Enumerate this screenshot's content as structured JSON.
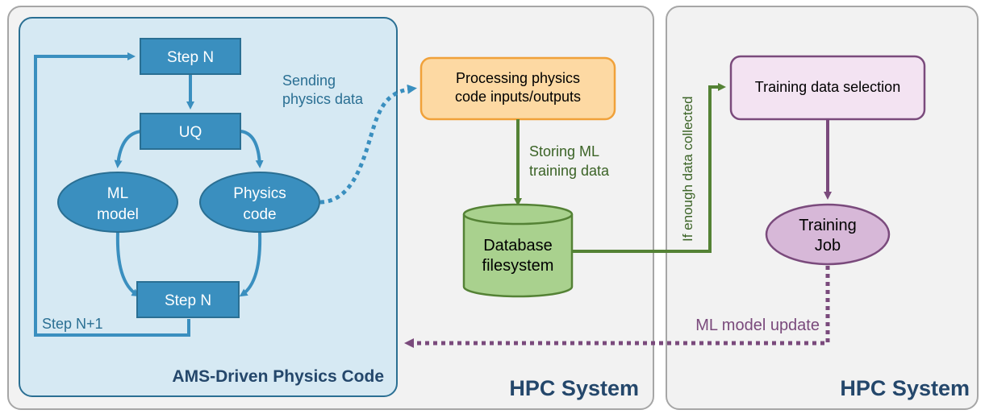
{
  "panels": {
    "hpc_left": "HPC System",
    "hpc_right": "HPC System",
    "ams": "AMS-Driven Physics Code"
  },
  "nodes": {
    "step_top": "Step N",
    "uq": "UQ",
    "ml_model": [
      "ML",
      "model"
    ],
    "physics_code": [
      "Physics",
      "code"
    ],
    "step_bottom": "Step N",
    "processing": [
      "Processing physics",
      "code inputs/outputs"
    ],
    "database": [
      "Database",
      "filesystem"
    ],
    "training_selection": "Training data selection",
    "training_job": [
      "Training",
      "Job"
    ]
  },
  "edge_labels": {
    "step_next": "Step N+1",
    "sending": [
      "Sending",
      "physics data"
    ],
    "storing": [
      "Storing ML",
      "training data"
    ],
    "enough_data": "If enough data collected",
    "model_update": "ML model update"
  },
  "colors": {
    "blue": "#3a8fbf",
    "blue_dark": "#2a6f93",
    "ams_fill": "#d6e9f3",
    "panel_fill": "#f2f2f2",
    "panel_stroke": "#a6a6a6",
    "orange_fill": "#fdd9a3",
    "orange_stroke": "#f0a13a",
    "green_fill": "#a9d18e",
    "green_stroke": "#548235",
    "purple_fill": "#f3e3f2",
    "purple_job_fill": "#d7b8d8",
    "purple_stroke": "#7a4a7c",
    "title_color": "#24476b"
  }
}
